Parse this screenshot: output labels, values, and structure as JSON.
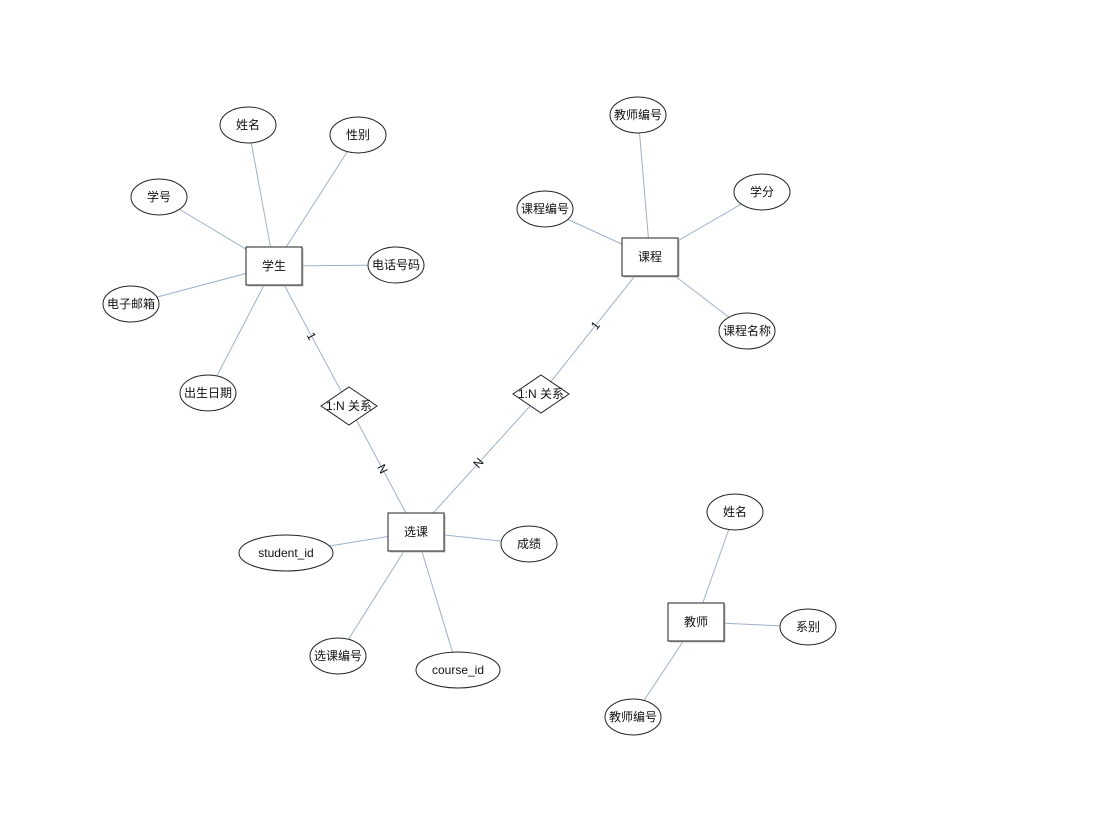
{
  "colors": {
    "background": "#ffffff",
    "shape_stroke": "#222222",
    "edge": "#9fb0cc",
    "text": "#111111"
  },
  "diagram": {
    "entities": [
      {
        "id": "student",
        "label": "学生"
      },
      {
        "id": "course",
        "label": "课程"
      },
      {
        "id": "enroll",
        "label": "选课"
      },
      {
        "id": "teacher",
        "label": "教师"
      }
    ],
    "relationships": [
      {
        "id": "rel_student_enroll",
        "label": "1:N 关系"
      },
      {
        "id": "rel_course_enroll",
        "label": "1:N 关系"
      }
    ],
    "attributes": [
      {
        "id": "s_name",
        "label": "姓名",
        "of": "student"
      },
      {
        "id": "s_gender",
        "label": "性别",
        "of": "student"
      },
      {
        "id": "s_no",
        "label": "学号",
        "of": "student"
      },
      {
        "id": "s_phone",
        "label": "电话号码",
        "of": "student"
      },
      {
        "id": "s_email",
        "label": "电子邮箱",
        "of": "student"
      },
      {
        "id": "s_birth",
        "label": "出生日期",
        "of": "student"
      },
      {
        "id": "c_teacher_no",
        "label": "教师编号",
        "of": "course"
      },
      {
        "id": "c_credit",
        "label": "学分",
        "of": "course"
      },
      {
        "id": "c_no",
        "label": "课程编号",
        "of": "course"
      },
      {
        "id": "c_name",
        "label": "课程名称",
        "of": "course"
      },
      {
        "id": "e_student_id",
        "label": "student_id",
        "of": "enroll"
      },
      {
        "id": "e_score",
        "label": "成绩",
        "of": "enroll"
      },
      {
        "id": "e_no",
        "label": "选课编号",
        "of": "enroll"
      },
      {
        "id": "e_course_id",
        "label": "course_id",
        "of": "enroll"
      },
      {
        "id": "t_name",
        "label": "姓名",
        "of": "teacher"
      },
      {
        "id": "t_dept",
        "label": "系别",
        "of": "teacher"
      },
      {
        "id": "t_no",
        "label": "教师编号",
        "of": "teacher"
      }
    ],
    "connections": [
      {
        "from": "student",
        "to": "rel_student_enroll",
        "cardinality": "1"
      },
      {
        "from": "rel_student_enroll",
        "to": "enroll",
        "cardinality": "N"
      },
      {
        "from": "course",
        "to": "rel_course_enroll",
        "cardinality": "1"
      },
      {
        "from": "rel_course_enroll",
        "to": "enroll",
        "cardinality": "N"
      }
    ]
  }
}
